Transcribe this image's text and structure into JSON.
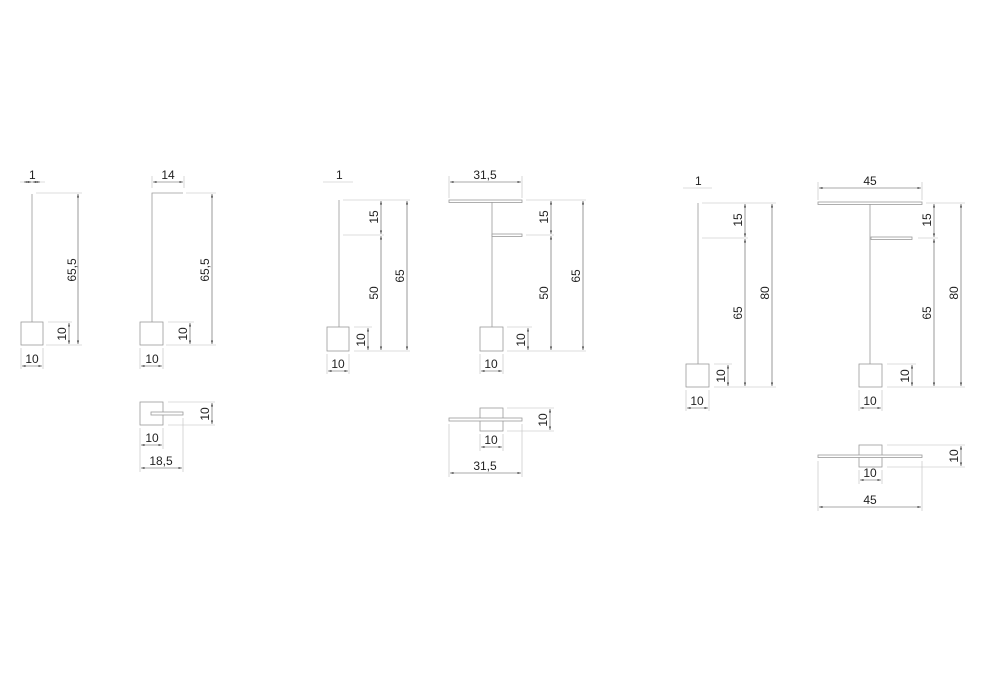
{
  "drawings": [
    {
      "name": "pole-65-5",
      "width": "1",
      "height": "65,5",
      "base_height": "10",
      "base_width": "10"
    },
    {
      "name": "hook-65-5",
      "arm": "14",
      "height": "65,5",
      "base_height": "10",
      "base_width": "10",
      "plan": {
        "depth": "10",
        "base_width": "10",
        "total_width": "18,5"
      }
    },
    {
      "name": "pole-65",
      "width": "1",
      "upper": "15",
      "lower": "50",
      "height": "65",
      "base_height": "10",
      "base_width": "10"
    },
    {
      "name": "t-stand-65",
      "top_width": "31,5",
      "upper": "15",
      "lower": "50",
      "height": "65",
      "base_height": "10",
      "base_width": "10",
      "plan": {
        "depth": "10",
        "base_width": "10",
        "total_width": "31,5"
      }
    },
    {
      "name": "pole-80",
      "width": "1",
      "upper": "15",
      "lower": "65",
      "height": "80",
      "base_height": "10",
      "base_width": "10"
    },
    {
      "name": "t-stand-80",
      "top_width": "45",
      "upper": "15",
      "lower": "65",
      "height": "80",
      "base_height": "10",
      "base_width": "10",
      "plan": {
        "depth": "10",
        "base_width": "10",
        "total_width": "45"
      }
    }
  ],
  "colors": {
    "line": "#9a9a9a",
    "dimension": "#555555",
    "text": "#222222"
  }
}
